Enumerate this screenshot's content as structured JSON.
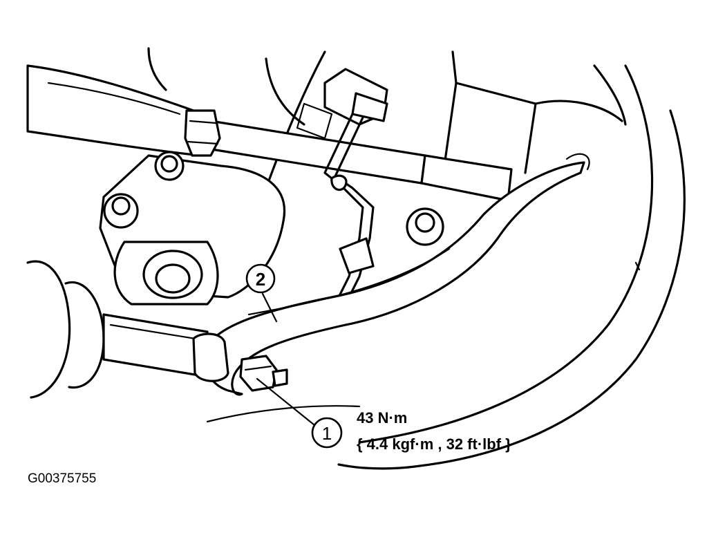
{
  "callouts": {
    "bolt": {
      "number": "1"
    },
    "stabilizer_bar": {
      "number": "2"
    }
  },
  "torque": {
    "primary": "43 N·m",
    "secondary": "{ 4.4 kgf·m , 32 ft·lbf }"
  },
  "figure_id": "G00375755"
}
